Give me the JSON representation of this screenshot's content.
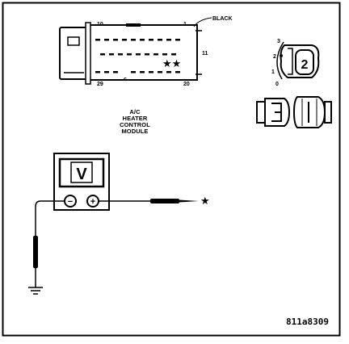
{
  "connector": {
    "color_label": "BLACK",
    "pin_top_left": "10",
    "pin_top_right": "1",
    "pin_right": "11",
    "pin_bottom_left": "29",
    "pin_bottom_right": "20",
    "marker_stars": "★★"
  },
  "module_label": [
    "A/C",
    "HEATER",
    "CONTROL",
    "MODULE"
  ],
  "key_inset": {
    "positions": [
      "3",
      "2",
      "1",
      "0"
    ],
    "key_number": "2"
  },
  "meter": {
    "display_symbol": "V",
    "minus_symbol": "−",
    "plus_symbol": "+"
  },
  "probe_marker": "★",
  "figure_id": "811a8309"
}
